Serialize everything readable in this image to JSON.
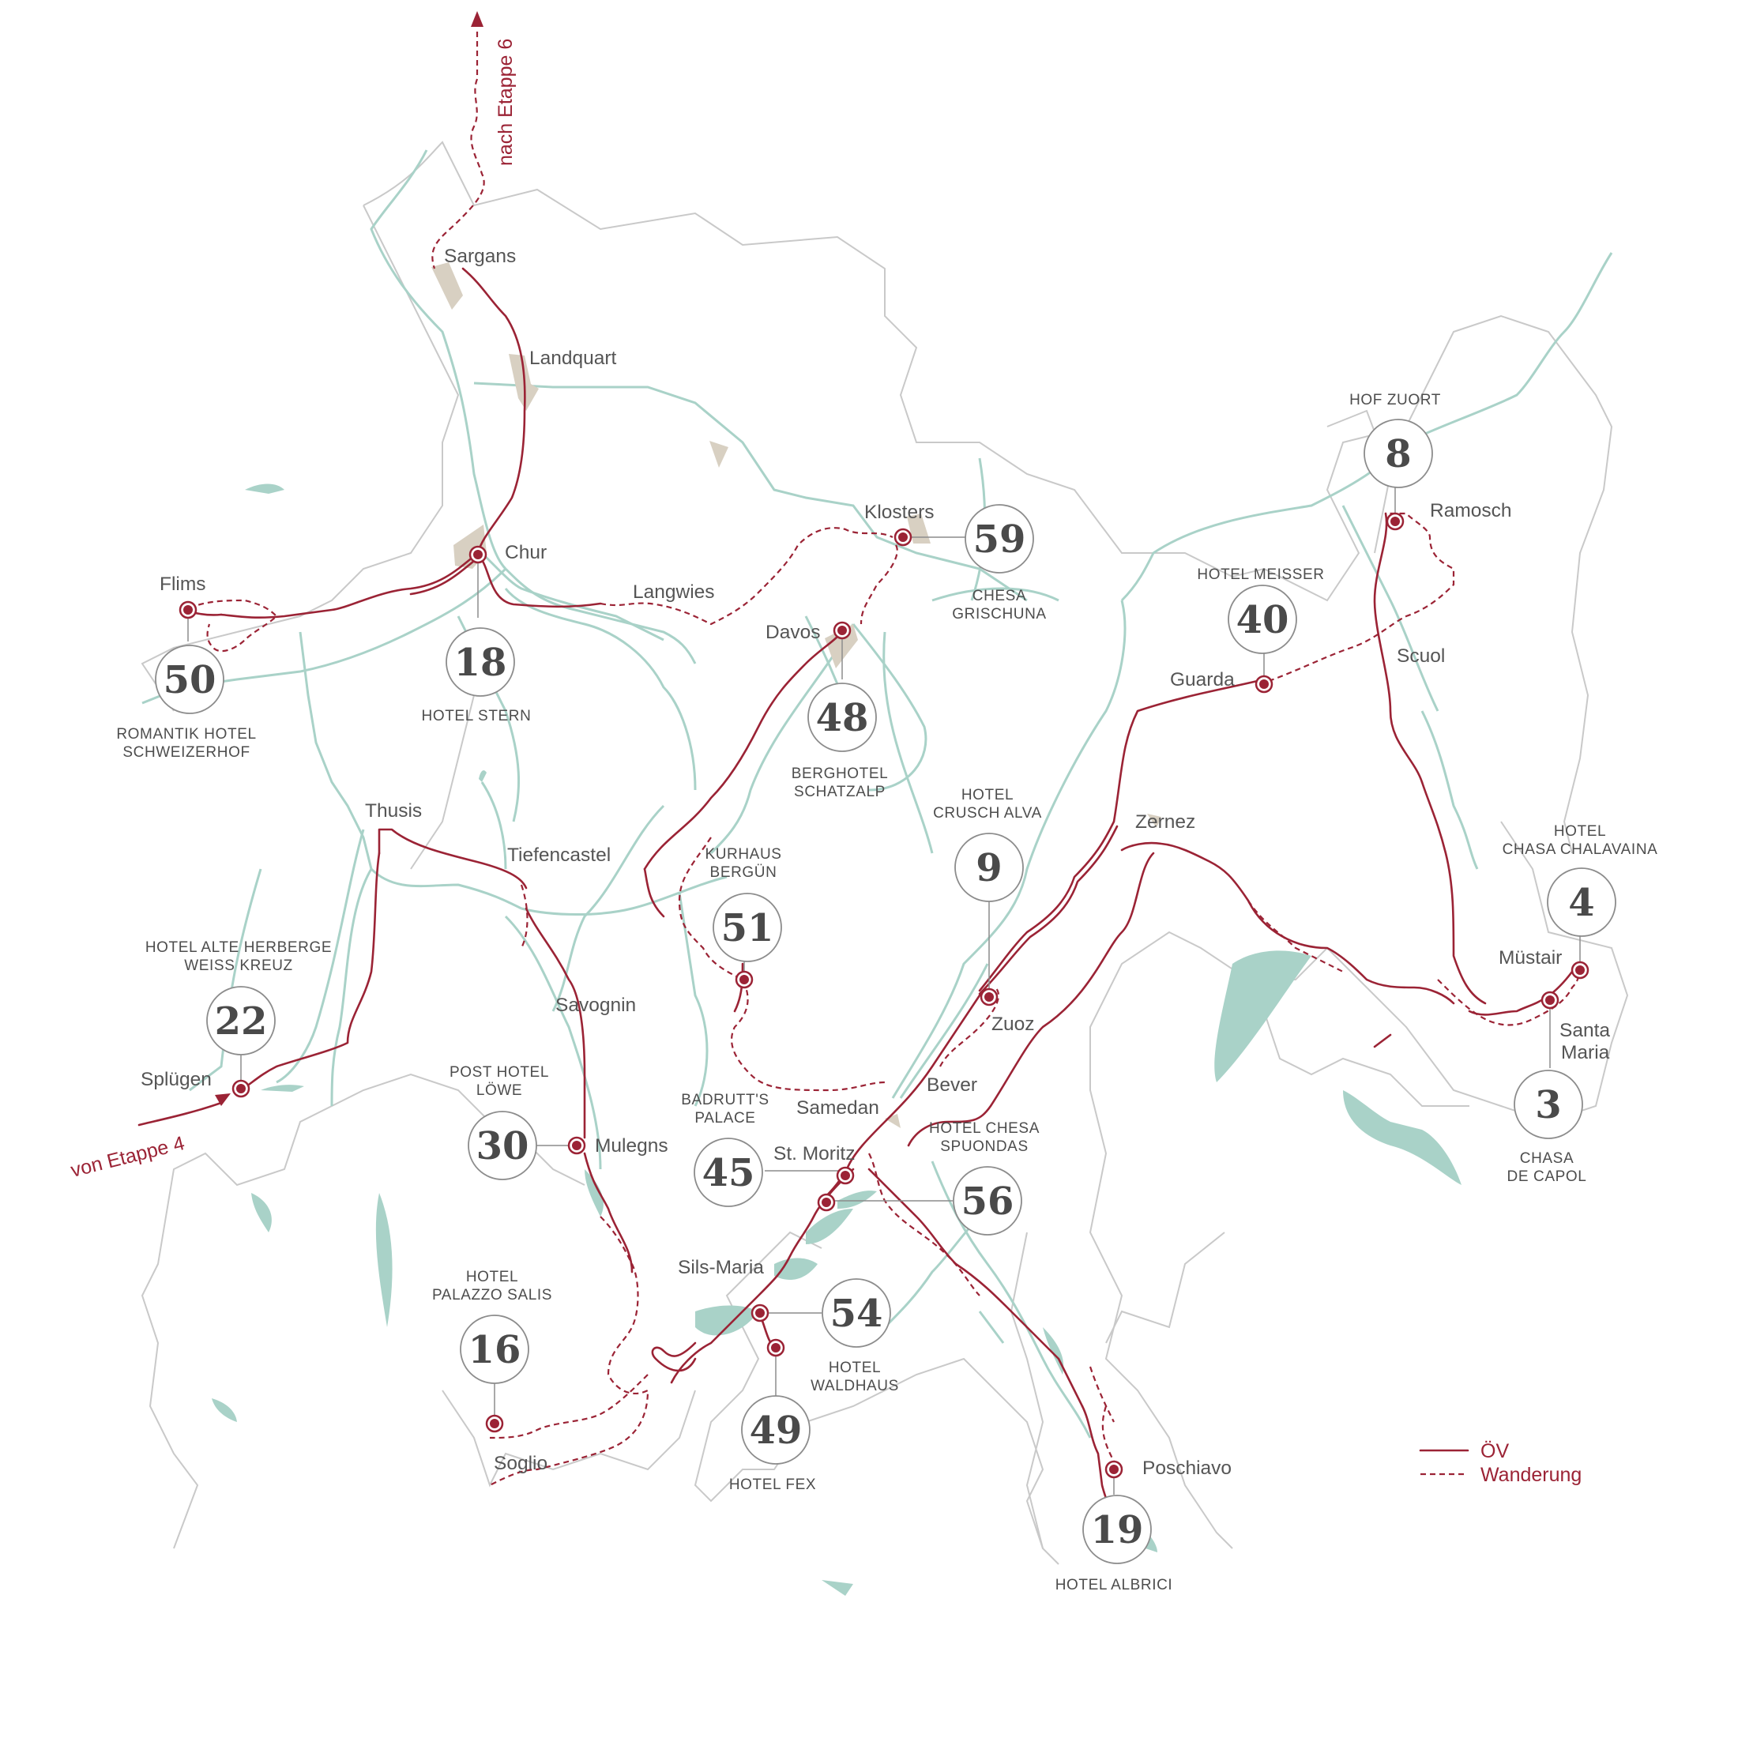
{
  "towns": {
    "sargans": "Sargans",
    "landquart": "Landquart",
    "chur": "Chur",
    "flims": "Flims",
    "langwies": "Langwies",
    "klosters": "Klosters",
    "davos": "Davos",
    "thusis": "Thusis",
    "tiefencastel": "Tiefencastel",
    "savognin": "Savognin",
    "splugen": "Splügen",
    "mulegns": "Mulegns",
    "samedan": "Samedan",
    "bever": "Bever",
    "zuoz": "Zuoz",
    "st_moritz": "St. Moritz",
    "sils_maria": "Sils-Maria",
    "soglio": "Soglio",
    "poschiavo": "Poschiavo",
    "zernez": "Zernez",
    "guarda": "Guarda",
    "scuol": "Scuol",
    "ramosch": "Ramosch",
    "mustair": "Müstair",
    "santa_maria_1": "Santa",
    "santa_maria_2": "Maria"
  },
  "hotels": [
    {
      "number": "50",
      "name_lines": [
        "ROMANTIK HOTEL",
        "SCHWEIZERHOF"
      ]
    },
    {
      "number": "18",
      "name_lines": [
        "HOTEL STERN"
      ]
    },
    {
      "number": "59",
      "name_lines": [
        "CHESA",
        "GRISCHUNA"
      ]
    },
    {
      "number": "48",
      "name_lines": [
        "BERGHOTEL",
        "SCHATZALP"
      ]
    },
    {
      "number": "51",
      "name_lines": [
        "KURHAUS",
        "BERGÜN"
      ]
    },
    {
      "number": "22",
      "name_lines": [
        "HOTEL ALTE HERBERGE",
        "WEISS KREUZ"
      ]
    },
    {
      "number": "30",
      "name_lines": [
        "POST HOTEL",
        "LÖWE"
      ]
    },
    {
      "number": "16",
      "name_lines": [
        "HOTEL",
        "PALAZZO SALIS"
      ]
    },
    {
      "number": "45",
      "name_lines": [
        "BADRUTT'S",
        "PALACE"
      ]
    },
    {
      "number": "56",
      "name_lines": [
        "HOTEL CHESA",
        "SPUONDAS"
      ]
    },
    {
      "number": "54",
      "name_lines": [
        "HOTEL",
        "WALDHAUS"
      ]
    },
    {
      "number": "49",
      "name_lines": [
        "HOTEL FEX"
      ]
    },
    {
      "number": "9",
      "name_lines": [
        "HOTEL",
        "CRUSCH ALVA"
      ]
    },
    {
      "number": "19",
      "name_lines": [
        "HOTEL ALBRICI"
      ]
    },
    {
      "number": "40",
      "name_lines": [
        "HOTEL MEISSER"
      ]
    },
    {
      "number": "8",
      "name_lines": [
        "HOF ZUORT"
      ]
    },
    {
      "number": "4",
      "name_lines": [
        "HOTEL",
        "CHASA CHALAVAINA"
      ]
    },
    {
      "number": "3",
      "name_lines": [
        "CHASA",
        "DE CAPOL"
      ]
    }
  ],
  "routes": {
    "next_stage": "nach Etappe 6",
    "prev_stage": "von Etappe 4"
  },
  "legend": {
    "ov": "ÖV",
    "hike": "Wanderung"
  },
  "colors": {
    "route": "#9b2335",
    "water": "#a9d2c8",
    "border": "#c9c9c9",
    "settlement": "#d8d0c2"
  }
}
